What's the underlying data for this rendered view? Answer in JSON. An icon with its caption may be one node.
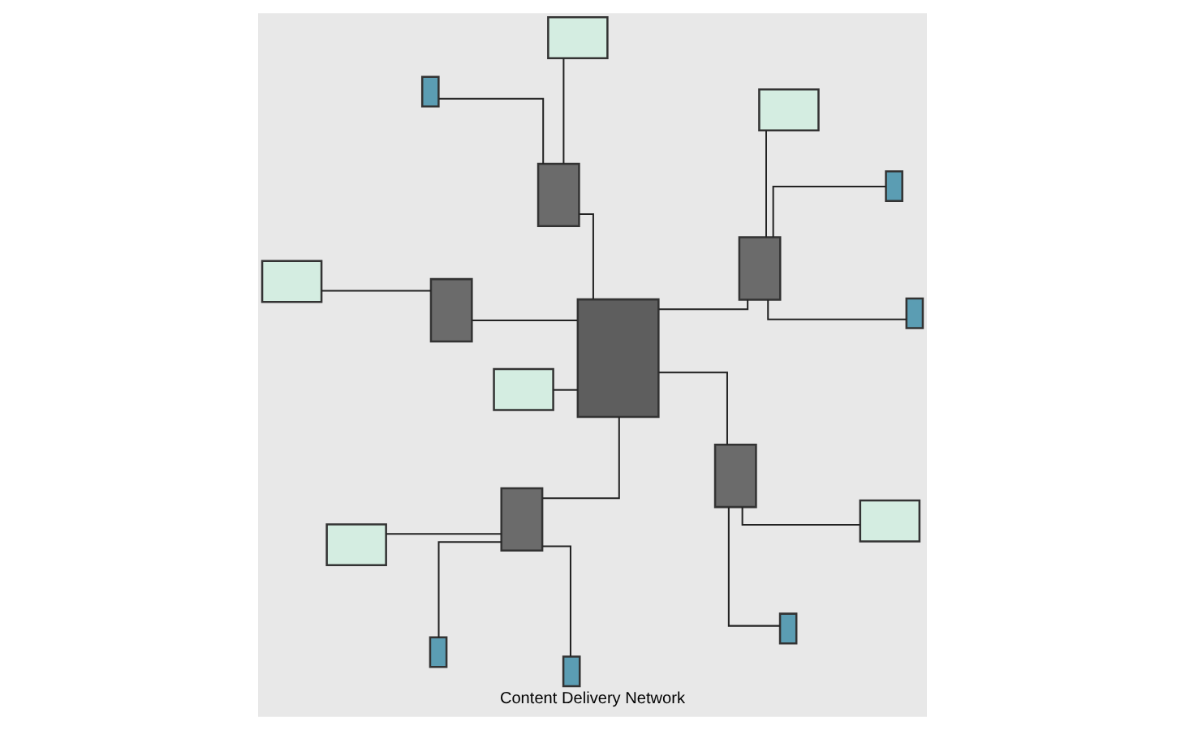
{
  "diagram": {
    "title": "Content Delivery Network",
    "nodes": [
      {
        "text": [],
        "shape": "box"
      },
      {
        "text": [],
        "shape": "box"
      },
      {
        "text": [],
        "shape": "box"
      },
      {
        "text": [],
        "shape": "box"
      },
      {
        "text": [],
        "shape": "box"
      },
      {
        "text": [],
        "shape": "box"
      },
      {
        "text": [],
        "shape": "box"
      },
      {
        "text": [],
        "shape": "box"
      },
      {
        "text": [],
        "shape": "box"
      },
      {
        "text": [],
        "shape": "box"
      },
      {
        "text": [],
        "shape": "box"
      },
      {
        "text": [],
        "shape": "box"
      },
      {
        "text": [],
        "shape": "box"
      },
      {
        "text": [],
        "shape": "box"
      },
      {
        "text": [],
        "shape": "box"
      },
      {
        "text": [],
        "shape": "box"
      },
      {
        "text": [],
        "shape": "box"
      },
      {
        "text": [],
        "shape": "box"
      }
    ],
    "edges": [
      {
        "from": 0,
        "to": 1,
        "arrow": "none"
      },
      {
        "from": 0,
        "to": 4,
        "arrow": "none"
      },
      {
        "from": 0,
        "to": 7,
        "arrow": "none"
      },
      {
        "from": 0,
        "to": 2,
        "arrow": "none"
      },
      {
        "from": 5,
        "to": 2,
        "arrow": "none"
      },
      {
        "from": 5,
        "to": 8,
        "arrow": "none"
      },
      {
        "from": 5,
        "to": 10,
        "arrow": "none"
      },
      {
        "from": 5,
        "to": 9,
        "arrow": "none"
      },
      {
        "from": 2,
        "to": 11,
        "arrow": "none"
      },
      {
        "from": 2,
        "to": 3,
        "arrow": "none"
      },
      {
        "from": 3,
        "to": 6,
        "arrow": "none"
      },
      {
        "from": 2,
        "to": 12,
        "arrow": "none"
      },
      {
        "from": 2,
        "to": 14,
        "arrow": "none"
      },
      {
        "from": 12,
        "to": 15,
        "arrow": "none"
      },
      {
        "from": 12,
        "to": 16,
        "arrow": "none"
      },
      {
        "from": 14,
        "to": 13,
        "arrow": "none"
      },
      {
        "from": 14,
        "to": 17,
        "arrow": "none"
      }
    ]
  }
}
